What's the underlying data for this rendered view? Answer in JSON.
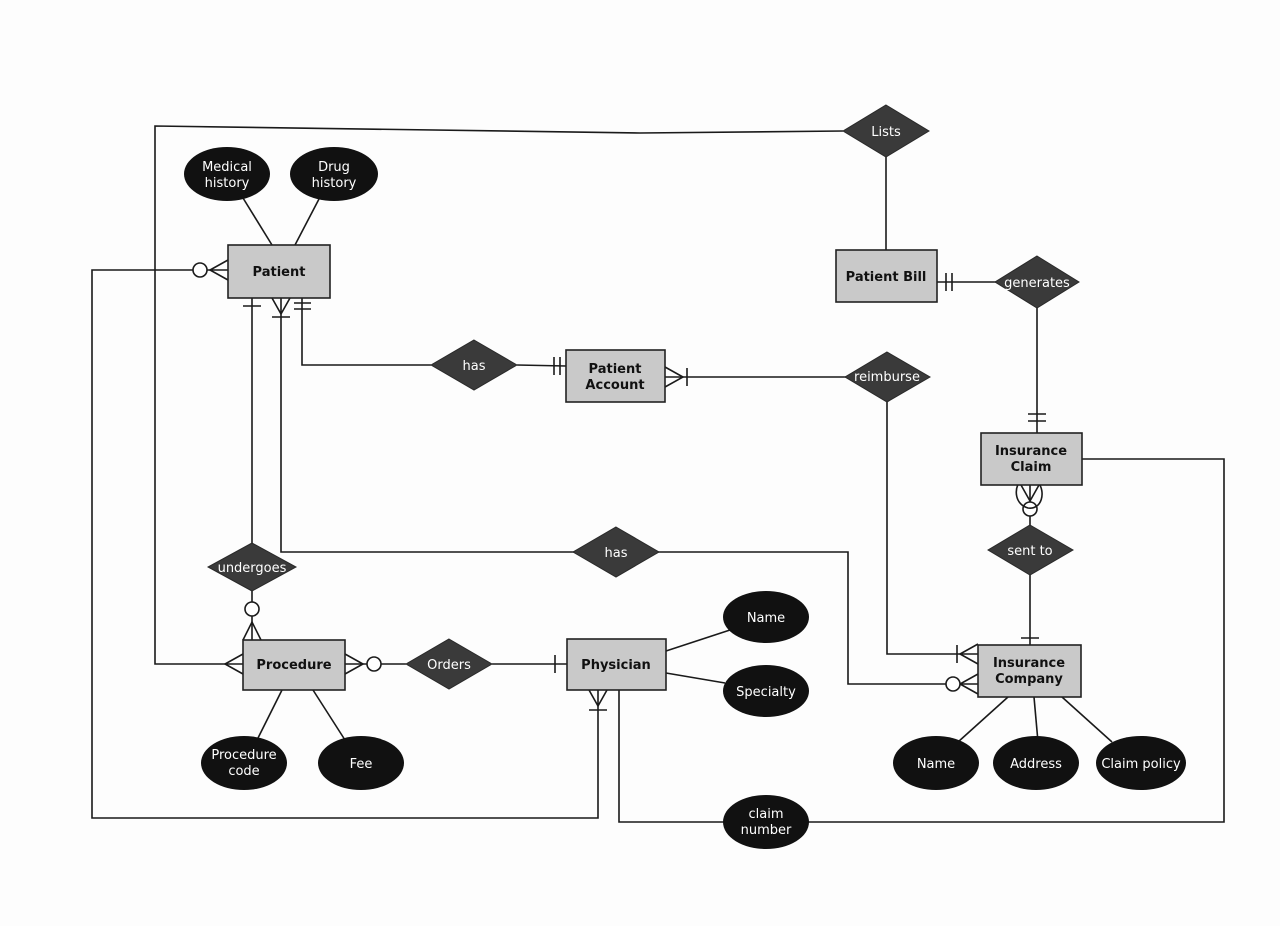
{
  "entities": {
    "patient": "Patient",
    "patient_bill": "Patient Bill",
    "patient_account": [
      "Patient",
      "Account"
    ],
    "insurance_claim": [
      "Insurance",
      "Claim"
    ],
    "procedure": "Procedure",
    "physician": "Physician",
    "insurance_company": [
      "Insurance",
      "Company"
    ]
  },
  "relationships": {
    "lists": "Lists",
    "generates": "generates",
    "has_account": "has",
    "reimburse": "reimburse",
    "undergoes": "undergoes",
    "has_company": "has",
    "sent_to": "sent to",
    "orders": "Orders"
  },
  "attributes": {
    "medical_history": [
      "Medical",
      "history"
    ],
    "drug_history": [
      "Drug",
      "history"
    ],
    "physician_name": "Name",
    "specialty": "Specialty",
    "procedure_code": [
      "Procedure",
      "code"
    ],
    "fee": "Fee",
    "company_name": "Name",
    "address": "Address",
    "claim_policy": "Claim policy",
    "claim_number": [
      "claim",
      "number"
    ]
  }
}
